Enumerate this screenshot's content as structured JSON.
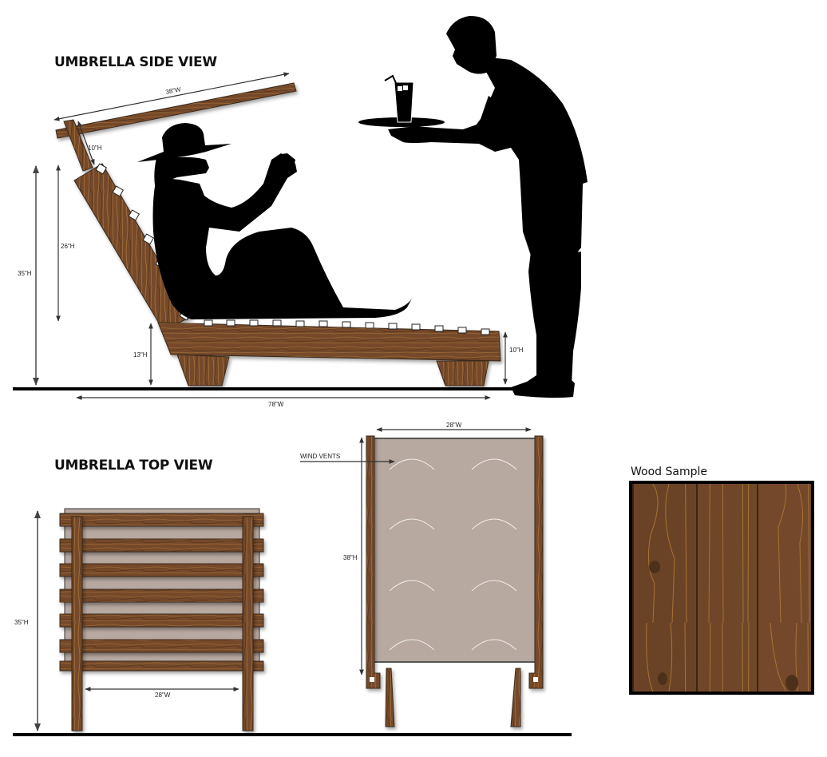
{
  "titles": {
    "side_view": "UMBRELLA SIDE VIEW",
    "top_view": "UMBRELLA TOP VIEW",
    "wood_sample": "Wood Sample"
  },
  "side_view": {
    "dimensions": {
      "umbrella_width": "38\"W",
      "post_height": "10\"H",
      "backrest_height": "26\"H",
      "total_height": "35\"H",
      "seat_height": "13\"H",
      "foot_height": "10\"H",
      "total_length": "78\"W"
    },
    "slat_count_back": 7,
    "slat_count_seat": 13
  },
  "top_view": {
    "dimensions": {
      "height": "35\"H",
      "inner_width": "28\"W"
    },
    "board_count": 7
  },
  "canopy_view": {
    "labels": {
      "wind_vents": "WIND VENTS"
    },
    "dimensions": {
      "width": "28\"W",
      "height": "38\"H"
    },
    "vent_rows": 4,
    "vent_cols": 2
  },
  "colors": {
    "wood_dark": "#5a3a1e",
    "wood_mid": "#7a4e2a",
    "wood_light": "#a0723e",
    "canvas": "#b7a8a0",
    "silhouette": "#000000",
    "ground": "#000000"
  }
}
